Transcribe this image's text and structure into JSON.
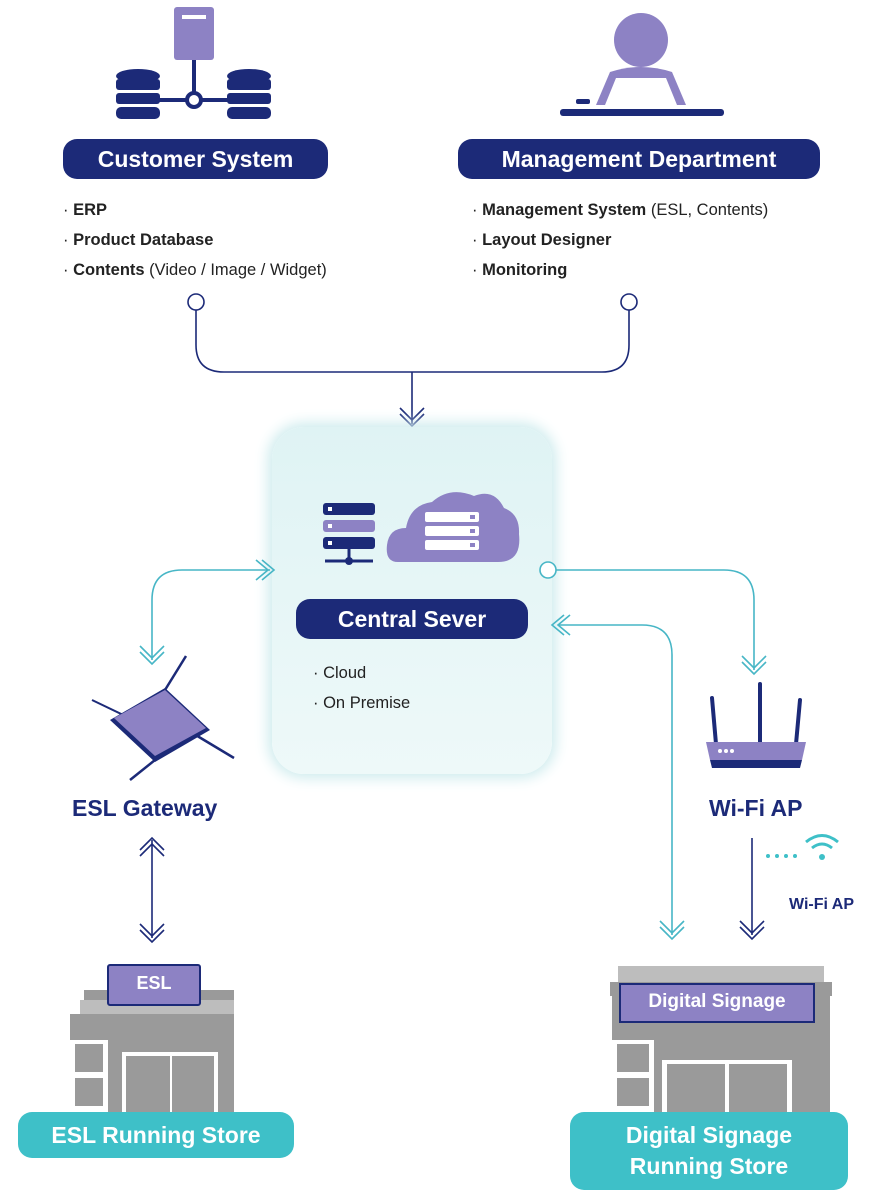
{
  "customer_system": {
    "title": "Customer System",
    "items": [
      {
        "bold": "ERP",
        "rest": ""
      },
      {
        "bold": "Product Database",
        "rest": ""
      },
      {
        "bold": "Contents",
        "rest": " (Video / Image / Widget)"
      }
    ]
  },
  "management": {
    "title": "Management Department",
    "items": [
      {
        "bold": "Management System",
        "rest": " (ESL, Contents)"
      },
      {
        "bold": "Layout Designer",
        "rest": ""
      },
      {
        "bold": "Monitoring",
        "rest": ""
      }
    ]
  },
  "central_server": {
    "title": "Central Sever",
    "items": [
      "Cloud",
      "On Premise"
    ]
  },
  "esl_gateway": {
    "label": "ESL Gateway"
  },
  "wifi_ap": {
    "label": "Wi-Fi AP",
    "signal_label": "Wi-Fi AP"
  },
  "esl_store": {
    "sign": "ESL",
    "label": "ESL Running Store"
  },
  "signage_store": {
    "sign": "Digital Signage",
    "label_line1": "Digital Signage",
    "label_line2": "Running Store"
  },
  "colors": {
    "navy": "#1c2a78",
    "teal": "#3ec0c8",
    "purple": "#8d82c4",
    "arrow": "#47b6c6",
    "gray": "#9a9a9a"
  }
}
